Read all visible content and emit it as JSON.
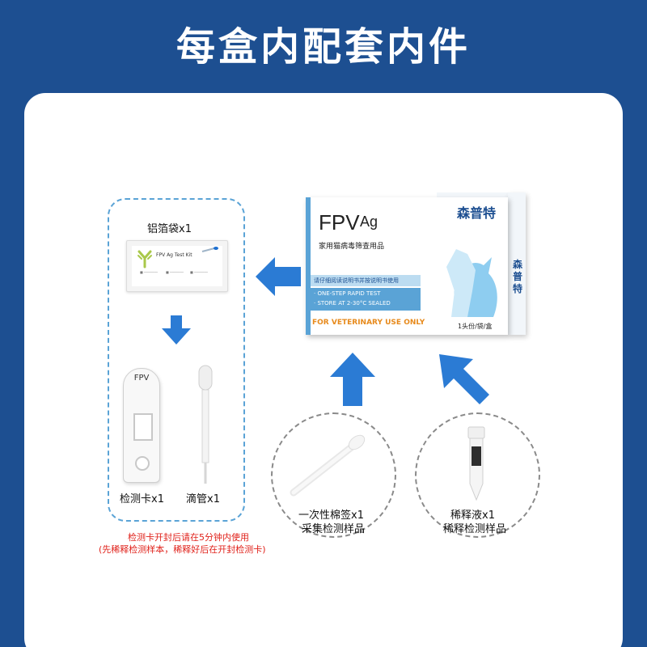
{
  "header": {
    "title": "每盒内配套内件"
  },
  "left_panel": {
    "pouch_label": "铝箔袋x1",
    "pouch_print": "FPV  Ag  Test  Kit",
    "cassette_label": "检测卡x1",
    "cassette_print": "FPV",
    "dropper_label": "滴管x1"
  },
  "product_box": {
    "title": "FPV",
    "title_suffix": "Ag",
    "subtitle": "家用猫病毒筛查用品",
    "instruction": "请仔细阅读说明书并按说明书使用",
    "line1": "· ONE-STEP RAPID TEST",
    "line2": "· STORE AT 2-30°C SEALED",
    "vet_only": "FOR VETERINARY USE ONLY",
    "quantity": "1头份/袋/盒",
    "brand": "森普特",
    "brand_side": "森普特"
  },
  "swab_item": {
    "line1": "一次性棉签x1",
    "line2": "采集检测样品"
  },
  "diluent_item": {
    "line1": "稀释液x1",
    "line2": "稀释检测样品"
  },
  "notes": {
    "line1": "检测卡开封后请在5分钟内使用",
    "line2": "(先稀释检测样本，稀释好后在开封检测卡)"
  },
  "colors": {
    "background": "#1d4f91",
    "card": "#ffffff",
    "arrow": "#2b7bd4",
    "dashed_border": "#5aa3d6",
    "warning_text": "#e0221b",
    "orange_text": "#e78a1c"
  },
  "icons": [
    "arrow-left-icon",
    "arrow-down-icon",
    "arrow-up-icon",
    "arrow-up-left-icon",
    "antibody-icon",
    "cat-dog-icon"
  ]
}
